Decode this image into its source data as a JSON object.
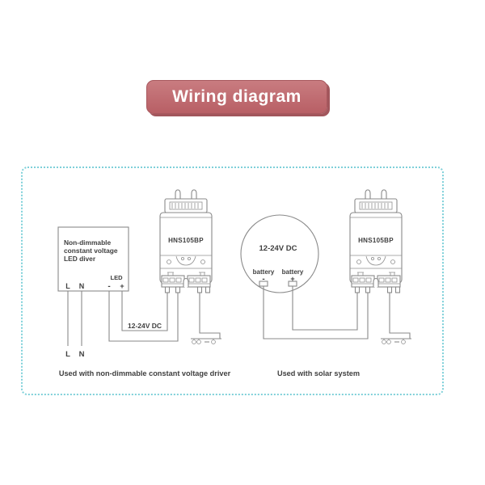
{
  "title_banner": {
    "label": "Wiring diagram"
  },
  "sensor": {
    "model": "HNS105BP"
  },
  "left_diagram": {
    "driver_box": {
      "line1": "Non-dimmable",
      "line2": "constant voltage",
      "line3": "LED diver"
    },
    "terminal_l": "L",
    "terminal_n": "N",
    "terminal_led": "LED",
    "terminal_minus": "-",
    "terminal_plus": "+",
    "wire_label": "12-24V DC",
    "input_l": "L",
    "input_n": "N",
    "caption": "Used with non-dimmable constant voltage driver"
  },
  "right_diagram": {
    "battery_voltage": "12-24V DC",
    "battery_left": "battery",
    "battery_left_sign": "-",
    "battery_right": "battery",
    "battery_right_sign": "+",
    "caption": "Used with solar system"
  },
  "colors": {
    "banner": "#c06a6f",
    "banner_shadow": "#a2565c",
    "dotted_border": "#7ed0d9",
    "diagram_line": "#8a8a8a",
    "diagram_text": "#3f3f3f"
  }
}
